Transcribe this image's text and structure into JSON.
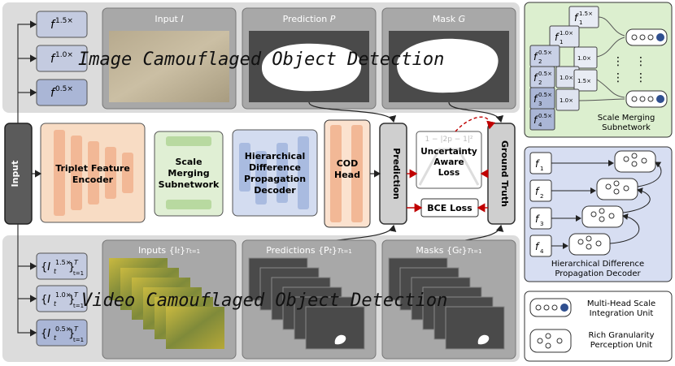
{
  "image_banner": "Image Camouflaged Object Detection",
  "video_banner": "Video Camouflaged Object Detection",
  "image_branch": {
    "features": [
      "1.5×",
      "1.0×",
      "0.5×"
    ],
    "input_label": "Input ",
    "input_symbol": "I",
    "prediction_label": "Prediction ",
    "prediction_symbol": "P",
    "mask_label": "Mask ",
    "mask_symbol": "G"
  },
  "video_branch": {
    "features": [
      "1.5×",
      "1.0×",
      "0.5×"
    ],
    "feature_superscript": "T",
    "feature_subscript": "t=1",
    "inputs_label": "Inputs ",
    "inputs_symbol": "{I",
    "predictions_label": "Predictions ",
    "predictions_symbol": "{P",
    "masks_label": "Masks ",
    "masks_symbol": "{G",
    "sub_t": "t",
    "close_brace": "}",
    "sup_T": "T",
    "sub_range": "t=1"
  },
  "pipeline": {
    "input": "Input",
    "encoder": [
      "Triplet Feature",
      "Encoder"
    ],
    "smn": [
      "Scale",
      "Merging",
      "Subnetwork"
    ],
    "hdpd": [
      "Hierarchical",
      "Difference",
      "Propagation",
      "Decoder"
    ],
    "cod_head": [
      "COD",
      "Head"
    ],
    "prediction": "Prediction",
    "ground_truth": "Ground Truth",
    "uncertainty_formula": "1 − |2p − 1|²",
    "uncertainty_loss": [
      "Uncertainty",
      "Aware",
      "Loss"
    ],
    "bce_loss": "BCE Loss"
  },
  "smn_panel": {
    "title": [
      "Scale Merging",
      "Subnetwork"
    ],
    "f_symbol": "f",
    "rows": [
      {
        "sub": "1",
        "scales": [
          "1.5×",
          "1.0×"
        ]
      },
      {
        "sub": "2",
        "scales": [
          "1.0×",
          "1.5×"
        ]
      },
      {
        "sub": "3",
        "scales": [
          "0.5×",
          "1.0×"
        ]
      },
      {
        "sub": "4",
        "scales": [
          "0.5×"
        ]
      }
    ],
    "ellipsis": "⋮"
  },
  "hdpd_panel": {
    "title": [
      "Hierarchical Difference",
      "Propagation Decoder"
    ],
    "nodes": [
      "f",
      "f",
      "f",
      "f"
    ],
    "subs": [
      "1",
      "2",
      "3",
      "4"
    ]
  },
  "legend": {
    "mhsiu": [
      "Multi-Head Scale",
      "Integration Unit"
    ],
    "rgpu": [
      "Rich Granularity",
      "Perception Unit"
    ]
  },
  "colors": {
    "panel_gray": "#dcdcdc",
    "feature_blue": "#b9c4dc",
    "encoder_orange": "#f8dcc4",
    "smn_green": "#e0efd4",
    "hdpd_blue": "#d3dcf0",
    "right_green_panel": "#dcefcf",
    "right_blue_panel": "#d7def2"
  }
}
